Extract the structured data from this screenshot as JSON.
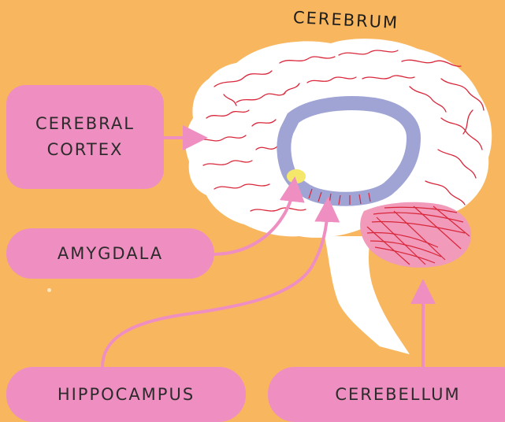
{
  "labels": {
    "cerebrum": "CEREBRUM",
    "cerebral_cortex": "CEREBRAL\nCORTEX",
    "amygdala": "AMYGDALA",
    "hippocampus": "HIPPOCAMPUS",
    "cerebellum": "CEREBELLUM"
  },
  "colors": {
    "background": "#f8b75f",
    "label_box": "#ef8fc1",
    "arrow": "#ef8fc1",
    "brain": "#ffffff",
    "folds": "#d9263a",
    "corpus_callosum": "#9fa4d4",
    "amygdala_spot": "#f4e76a",
    "cerebellum": "#f19ab9"
  }
}
